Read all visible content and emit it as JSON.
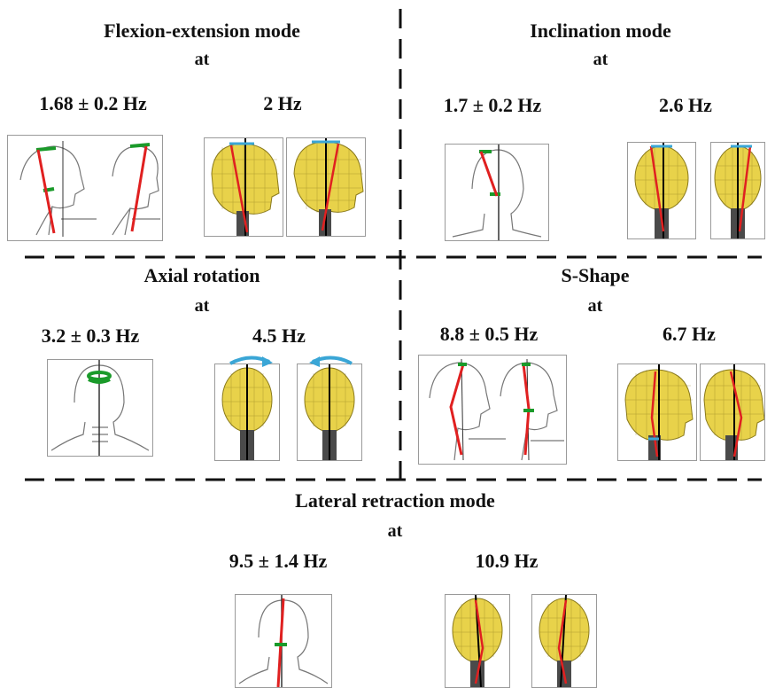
{
  "modes": [
    {
      "id": "flexion",
      "title": "Flexion-extension mode",
      "at": "at",
      "measured": "1.68 ± 0.2 Hz",
      "model": "2 Hz"
    },
    {
      "id": "inclination",
      "title": "Inclination mode",
      "at": "at",
      "measured": "1.7 ± 0.2 Hz",
      "model": "2.6 Hz"
    },
    {
      "id": "axial",
      "title": "Axial rotation",
      "at": "at",
      "measured": "3.2 ± 0.3 Hz",
      "model": "4.5 Hz"
    },
    {
      "id": "sshape",
      "title": "S-Shape",
      "at": "at",
      "measured": "8.8 ± 0.5 Hz",
      "model": "6.7 Hz"
    },
    {
      "id": "lateral",
      "title": "Lateral retraction mode",
      "at": "at",
      "measured": "9.5 ± 1.4 Hz",
      "model": "10.9 Hz"
    }
  ],
  "colors": {
    "skull_fill": "#e8d24a",
    "skull_mesh": "#8a7a1c",
    "spine": "#4a4a4a",
    "axis_line": "#000000",
    "motion_line": "#e02020",
    "marker_green": "#1a9a2a",
    "marker_cyan": "#3aa6d6",
    "divider": "#111111"
  }
}
